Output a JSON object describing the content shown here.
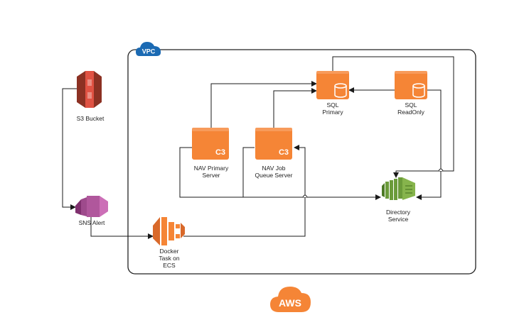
{
  "vpc": {
    "label": "VPC"
  },
  "aws": {
    "label": "AWS"
  },
  "nodes": {
    "s3": {
      "label": "S3 Bucket"
    },
    "sns": {
      "label": "SNS Alert"
    },
    "docker": {
      "line1": "Docker",
      "line2": "Task on",
      "line3": "ECS"
    },
    "nav_primary": {
      "badge": "C3",
      "line1": "NAV Primary",
      "line2": "Server"
    },
    "nav_job": {
      "badge": "C3",
      "line1": "NAV Job",
      "line2": "Queue Server"
    },
    "sql_primary": {
      "line1": "SQL",
      "line2": "Primary"
    },
    "sql_readonly": {
      "line1": "SQL",
      "line2": "ReadOnly"
    },
    "directory": {
      "line1": "Directory",
      "line2": "Service"
    }
  },
  "colors": {
    "orange": "#f58536",
    "orange_dark": "#d9692a",
    "s3_red": "#e05243",
    "sns_pink": "#b0579c",
    "dir_green": "#6b9b3a",
    "line": "#1a1a1a",
    "vpc_blue": "#1b6ab3"
  }
}
